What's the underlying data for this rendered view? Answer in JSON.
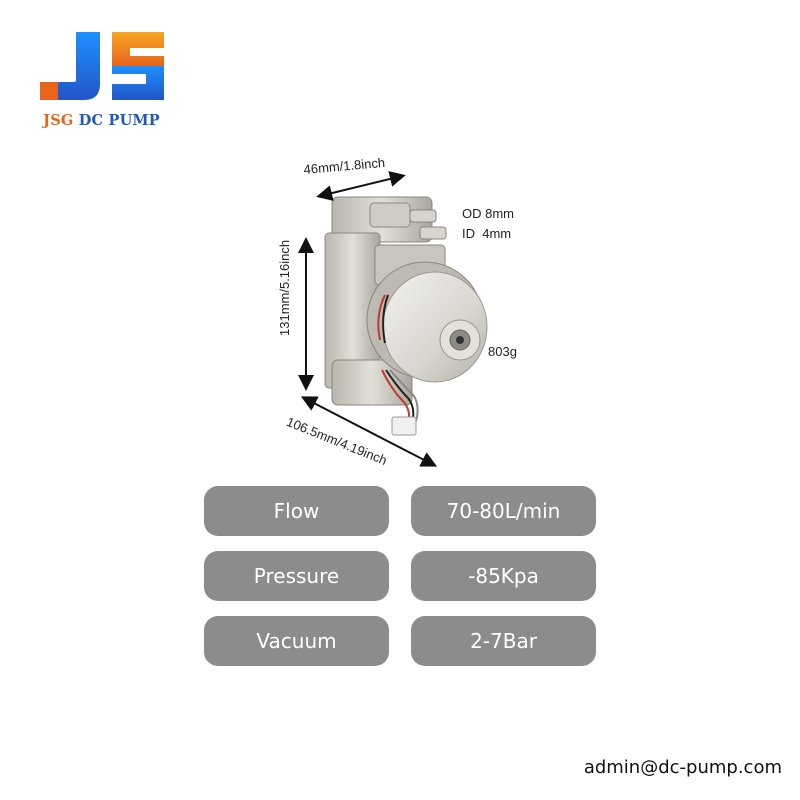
{
  "brand": {
    "logo_letters": "JS",
    "name_part1": "JSG",
    "name_part2": "DC PUMP",
    "colors": {
      "orange": "#e8641b",
      "blue": "#1f57c3"
    }
  },
  "product": {
    "image": "pump-photo",
    "dimensions": {
      "width": "46mm/1.8inch",
      "height": "131mm/5.16inch",
      "length": "106.5mm/4.19inch"
    },
    "tube": {
      "od": "OD 8mm",
      "id": "ID  4mm"
    },
    "weight": "803g"
  },
  "specs": [
    {
      "label": "Flow",
      "value": "70-80L/min"
    },
    {
      "label": "Pressure",
      "value": "-85Kpa"
    },
    {
      "label": "Vacuum",
      "value": "2-7Bar"
    }
  ],
  "pill_color": "#8c8c8c",
  "contact": {
    "email": "admin@dc-pump.com"
  }
}
